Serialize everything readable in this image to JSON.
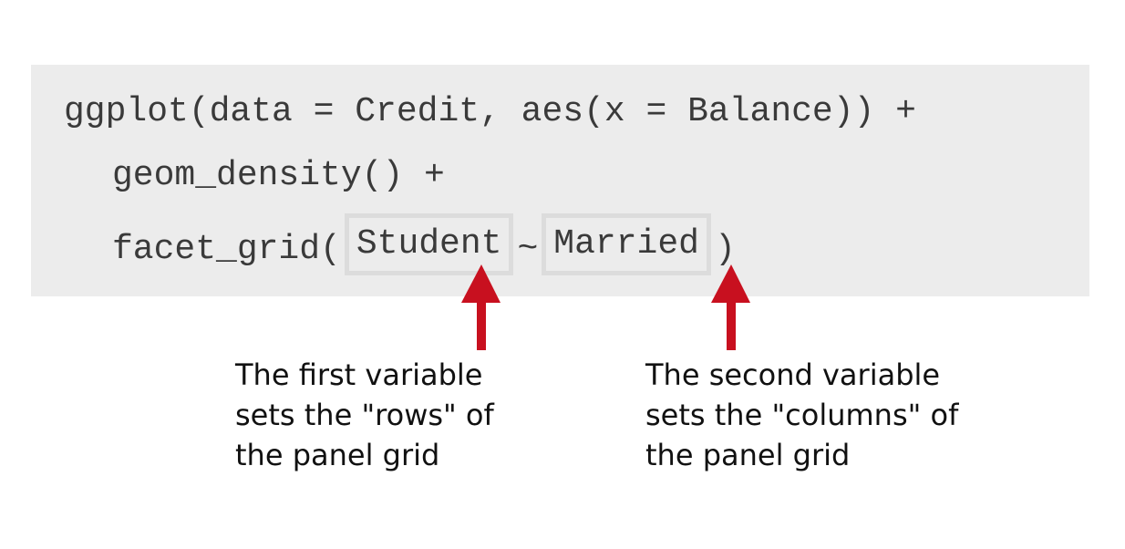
{
  "code": {
    "line1": "ggplot(data = Credit, aes(x = Balance)) +",
    "line2": "geom_density() +",
    "line3_prefix": "facet_grid(",
    "row_var": "Student",
    "tilde": "~",
    "col_var": "Married",
    "line3_suffix": ")"
  },
  "annotations": {
    "left": [
      "The first variable",
      "sets the \"rows\" of",
      "the panel grid"
    ],
    "right": [
      "The second variable",
      "sets the \"columns\" of",
      "the panel grid"
    ]
  },
  "colors": {
    "arrow": "#c8101f",
    "code_background": "#ececec",
    "highlight_border": "#dcdcdc",
    "code_text": "#3a3a3a"
  }
}
